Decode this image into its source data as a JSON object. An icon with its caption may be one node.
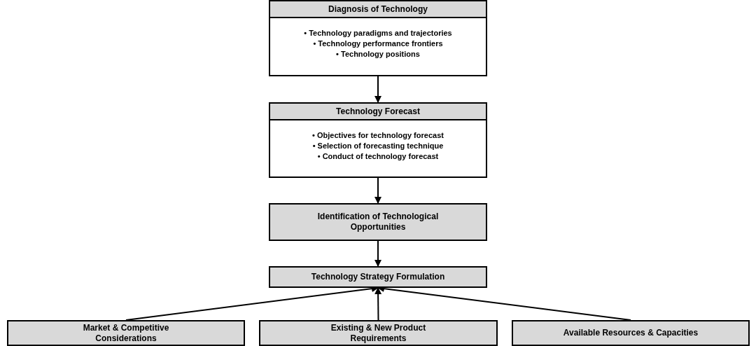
{
  "diagram": {
    "nodes": [
      {
        "text": [
          "Diagnosis of Technology",
          "• Technology paradigms and trajectories",
          "• Technology performance frontiers",
          "• Technology positions"
        ]
      },
      {
        "text": [
          "Technology Forecast",
          "• Objectives for technology forecast",
          "• Selection of forecasting technique",
          "• Conduct of technology forecast"
        ]
      },
      {
        "text": [
          "Identification of Technological Opportunities"
        ]
      },
      {
        "text": [
          "Technology Strategy Formulation"
        ]
      },
      {
        "text": [
          "Market & Competitive Considerations"
        ]
      },
      {
        "text": [
          "Existing & New Product Requirements"
        ]
      },
      {
        "text": [
          "Available Resources & Capacities"
        ]
      }
    ],
    "edges": [
      {
        "from": 0,
        "to": 1,
        "arrow": "to"
      },
      {
        "from": 1,
        "to": 2,
        "arrow": "to"
      },
      {
        "from": 2,
        "to": 3,
        "arrow": "to"
      },
      {
        "from": 4,
        "to": 3,
        "arrow": "to"
      },
      {
        "from": 5,
        "to": 3,
        "arrow": "to"
      },
      {
        "from": 6,
        "to": 3,
        "arrow": "to"
      }
    ]
  }
}
